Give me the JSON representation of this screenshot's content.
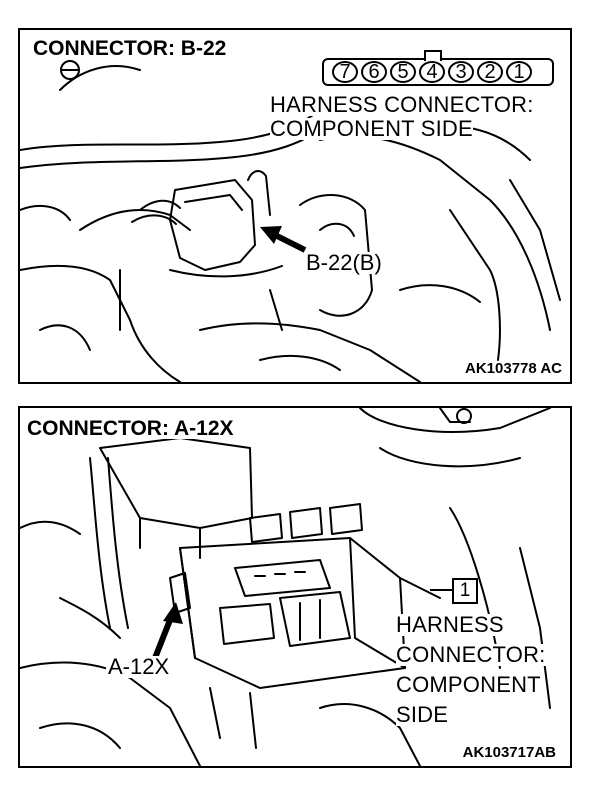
{
  "top_panel": {
    "title": "CONNECTOR: B-22",
    "pins": [
      "7",
      "6",
      "5",
      "4",
      "3",
      "2",
      "1"
    ],
    "harness_line1": "HARNESS CONNECTOR:",
    "harness_line2": "COMPONENT SIDE",
    "callout": "B-22(B)",
    "figure_code": "AK103778 AC"
  },
  "bottom_panel": {
    "title": "CONNECTOR: A-12X",
    "pin_box": "1",
    "harness_line1": "HARNESS",
    "harness_line2": "CONNECTOR:",
    "harness_line3": "COMPONENT",
    "harness_line4": "SIDE",
    "callout": "A-12X",
    "figure_code": "AK103717AB"
  }
}
